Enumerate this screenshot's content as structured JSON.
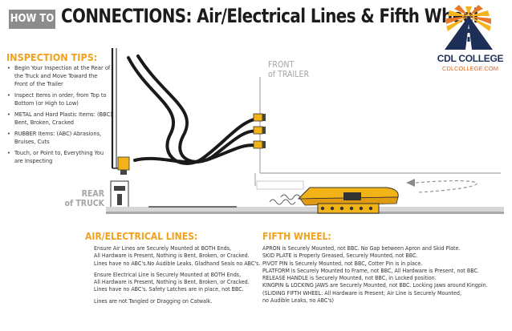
{
  "header": {
    "badge": "HOW TO",
    "title": "CONNECTIONS: Air/Electrical Lines & Fifth Wheel"
  },
  "logo": {
    "name": "CDL COLLEGE",
    "url": "CDLCOLLEGE.COM",
    "colors": {
      "navy": "#1e2f57",
      "orange": "#e8792a",
      "yellow": "#f5b51f"
    }
  },
  "inspection_tips": {
    "heading": "INSPECTION TIPS:",
    "items": [
      "Begin Your Inspection at the Rear of the Truck and Move Toward the Front of the Trailer",
      "Inspect Items in order, from Top to Bottom (or High to Low)",
      "METAL and Hard Plastic Items: (BBC) Bent, Broken, Cracked",
      "RUBBER Items: (ABC) Abrasions, Bruises, Cuts",
      "Touch, or Point to, Everything You are Inspecting"
    ]
  },
  "labels": {
    "front_line1": "FRONT",
    "front_line2": "of TRAILER",
    "rear_line1": "REAR",
    "rear_line2": "of TRUCK"
  },
  "air_electrical": {
    "heading": "AIR/ELECTRICAL LINES:",
    "para1": [
      "Ensure Air Lines are Securely Mounted at BOTH Ends,",
      "All Hardware is Present, Nothing is Bent, Broken, or Cracked.",
      "Lines have no ABC's.No Audible Leaks. Gladhand Seals no ABC's."
    ],
    "para2": [
      "Ensure Electrical Line is Securely Mounted at BOTH Ends,",
      "All Hardware is Present, Nothing is Bent, Broken, or Cracked.",
      "Lines have no ABC's. Safety Latches are in place, not BBC."
    ],
    "para3": [
      "Lines are not Tangled or Dragging on Catwalk."
    ]
  },
  "fifth_wheel": {
    "heading": "FIFTH WHEEL:",
    "lines": [
      "APRON is Securely Mounted, not BBC. No Gap between Apron and Skid Plate.",
      "SKID PLATE is Properly Greased, Securely Mounted, not BBC.",
      "PIVOT PIN is Securely Mounted, not BBC, Cotter Pin is in place.",
      "PLATFORM is Securely Mounted to Frame, not BBC, All Hardware is Present, not BBC.",
      "RELEASE HANDLE is Securely Mounted, not BBC, in Locked position.",
      "KINGPIN & LOCKING JAWS are Securely Mounted, not BBC. Locking Jaws around Kingpin.",
      "(SLIDING FIFTH WHEEL: All Hardware is Present; Air Line is Securely Mounted,",
      "no Audible Leaks, no ABC's)"
    ]
  },
  "colors": {
    "accent_yellow": "#f0a21f",
    "metal_yellow": "#f2b316",
    "label_gray": "#a5a5a5",
    "text": "#333333"
  }
}
